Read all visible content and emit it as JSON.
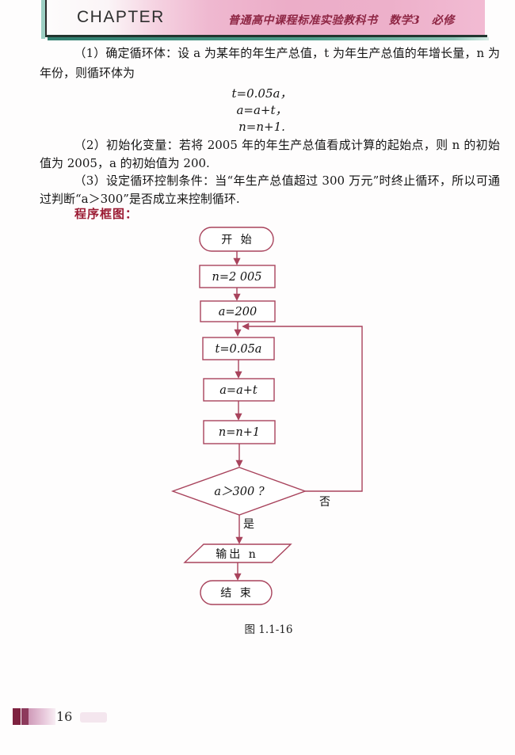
{
  "colors": {
    "flowchart_stroke": "#a8435c",
    "banner_pink": "#edb0ca",
    "teal_accent": "#3c8a7a",
    "heading_red": "#9b1b33",
    "footer_maroon": "#7e2240"
  },
  "header": {
    "chapter_label": "CHAPTER",
    "book_title": "普通高中课程标准实验教科书　数学3　必修"
  },
  "content": {
    "para_1": "（1）确定循环体：设 a 为某年的年生产总值，t 为年生产总值的年增长量，n 为年份，则循环体为",
    "formulas": [
      "t=0.05a，",
      "a=a+t，",
      "n=n+1."
    ],
    "para_2": "（2）初始化变量：若将 2005 年的年生产总值看成计算的起始点，则 n 的初始值为 2005，a 的初始值为 200.",
    "para_3": "（3）设定循环控制条件：当“年生产总值超过 300 万元”时终止循环，所以可通过判断“a＞300”是否成立来控制循环.",
    "flowchart_heading": "程序框图："
  },
  "flowchart": {
    "start": "开 始",
    "set_year": "n=2 005",
    "set_total": "a=200",
    "calc_growth": "t=0.05a",
    "update_total": "a=a+t",
    "update_year": "n=n+1",
    "condition": "a＞300 ?",
    "branch_no": "否",
    "branch_yes": "是",
    "output": "输出 n",
    "end": "结 束",
    "caption": "图 1.1-16"
  },
  "footer": {
    "page_number": "16"
  }
}
